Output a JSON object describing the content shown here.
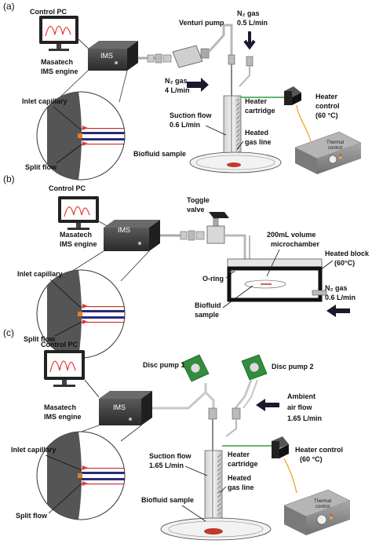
{
  "panel_a": {
    "tag": "(a)",
    "control_pc": "Control PC",
    "ims_box": "IMS",
    "engine_line1": "Masatech",
    "engine_line2": "IMS engine",
    "inlet_capillary": "Inlet capillary",
    "split_flow": "Split flow",
    "venturi_pump": "Venturi pump",
    "n2_top_line1": "N₂ gas",
    "n2_top_line2": "0.5 L/min",
    "n2_side_line1": "N₂ gas",
    "n2_side_line2": "4 L/min",
    "heater_control_line1": "Heater",
    "heater_control_line2": "control",
    "heater_control_line3": "(60 °C)",
    "heater_cartridge_line1": "Heater",
    "heater_cartridge_line2": "cartridge",
    "suction_line1": "Suction flow",
    "suction_line2": "0.6 L/min",
    "heated_gas_line1": "Heated",
    "heated_gas_line2": "gas line",
    "biofluid": "Biofluid sample",
    "thermal_line1": "Thermal",
    "thermal_line2": "control"
  },
  "panel_b": {
    "tag": "(b)",
    "control_pc": "Control PC",
    "engine_line1": "Masatech",
    "engine_line2": "IMS engine",
    "inlet_capillary": "Inlet capillary",
    "split_flow": "Split flow",
    "toggle_line1": "Toggle",
    "toggle_line2": "valve",
    "chamber_line1": "200mL volume",
    "chamber_line2": "microchamber",
    "heated_block_line1": "Heated block",
    "heated_block_line2": "(60°C)",
    "oring": "O-ring",
    "biofluid_line1": "Biofluid",
    "biofluid_line2": "sample",
    "n2_line1": "N₂ gas",
    "n2_line2": "0.6 L/min"
  },
  "panel_c": {
    "tag": "(c)",
    "control_pc": "Control PC",
    "ims_box": "IMS",
    "engine_line1": "Masatech",
    "engine_line2": "IMS engine",
    "inlet_capillary": "Inlet capillary",
    "split_flow": "Split flow",
    "disc_pump_1": "Disc pump 1",
    "disc_pump_2": "Disc pump 2",
    "ambient_line1": "Ambient",
    "ambient_line2": "air     flow",
    "ambient_line3": "1.65 L/min",
    "heater_control_line1": "Heater control",
    "heater_control_line2": "(60 °C)",
    "heater_cartridge_line1": "Heater",
    "heater_cartridge_line2": "cartridge",
    "suction_line1": "Suction flow",
    "suction_line2": "1.65 L/min",
    "heated_gas_line1": "Heated",
    "heated_gas_line2": "gas line",
    "biofluid": "Biofluid sample",
    "thermal_line1": "Thermal",
    "thermal_line2": "control"
  }
}
